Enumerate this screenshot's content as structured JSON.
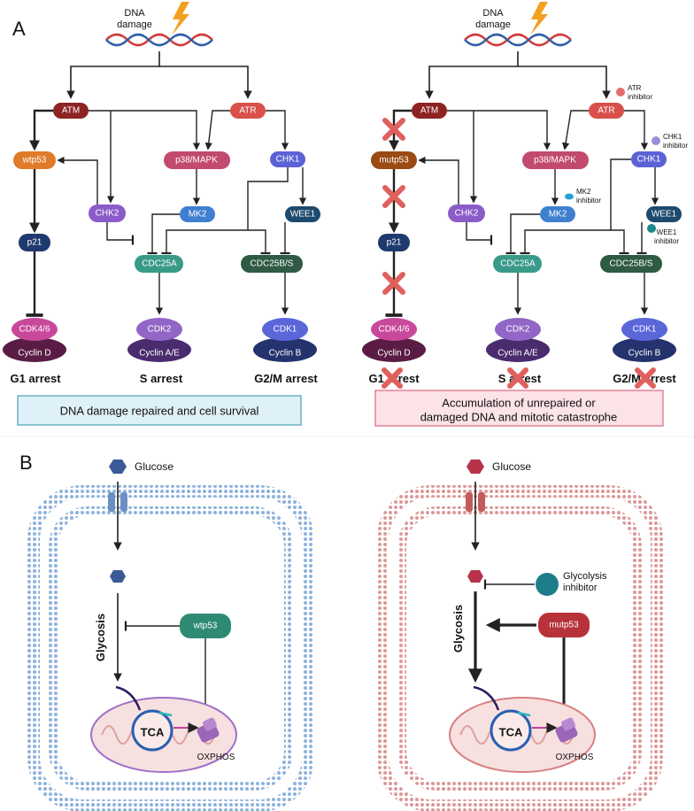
{
  "panel_a": {
    "letter": "A",
    "dna_label_line1": "DNA",
    "dna_label_line2": "damage",
    "left": {
      "atm": "ATM",
      "atr": "ATR",
      "p53": "wtp53",
      "p38": "p38/MAPK",
      "chk1": "CHK1",
      "chk2": "CHK2",
      "mk2": "MK2",
      "wee1": "WEE1",
      "p21": "p21",
      "cdc25a": "CDC25A",
      "cdc25bs": "CDC25B/S",
      "cdk46": "CDK4/6",
      "cyclind": "Cyclin D",
      "cdk2": "CDK2",
      "cyclinae": "Cyclin A/E",
      "cdk1": "CDK1",
      "cyclinb": "Cyclin B",
      "g1": "G1 arrest",
      "s": "S arrest",
      "g2m": "G2/M arrest",
      "outcome": "DNA damage repaired and cell survival"
    },
    "right": {
      "atm": "ATM",
      "atr": "ATR",
      "p53": "mutp53",
      "p38": "p38/MAPK",
      "chk1": "CHK1",
      "chk2": "CHK2",
      "mk2": "MK2",
      "wee1": "WEE1",
      "p21": "p21",
      "cdc25a": "CDC25A",
      "cdc25bs": "CDC25B/S",
      "cdk46": "CDK4/6",
      "cyclind": "Cyclin D",
      "cdk2": "CDK2",
      "cyclinae": "Cyclin A/E",
      "cdk1": "CDK1",
      "cyclinb": "Cyclin B",
      "g1": "G1 arrest",
      "s": "S arrest",
      "g2m": "G2/M arrest",
      "atr_inhibitor_1": "ATR",
      "atr_inhibitor_2": "inhibitor",
      "chk1_inhibitor_1": "CHK1",
      "chk1_inhibitor_2": "inhibitor",
      "mk2_inhibitor_1": "MK2",
      "mk2_inhibitor_2": "inhibitor",
      "wee1_inhibitor_1": "WEE1",
      "wee1_inhibitor_2": "inhibitor",
      "outcome_line1": "Accumulation of unrepaired or",
      "outcome_line2": "damaged DNA and mitotic catastrophe"
    }
  },
  "panel_b": {
    "letter": "B",
    "left": {
      "glucose": "Glucose",
      "glycosis": "Glycosis",
      "p53": "wtp53",
      "tca": "TCA",
      "oxphos": "OXPHOS"
    },
    "right": {
      "glucose": "Glucose",
      "glycosis": "Glycosis",
      "p53": "mutp53",
      "tca": "TCA",
      "oxphos": "OXPHOS",
      "inhibitor_1": "Glycolysis",
      "inhibitor_2": "inhibitor"
    }
  },
  "colors": {
    "atm": "#8e2323",
    "atr": "#d9504a",
    "wtp53": "#e07b2a",
    "mutp53": "#9a4a12",
    "p38": "#c24b6d",
    "chk1": "#5c62d6",
    "chk2": "#8b5cc9",
    "mk2": "#3f7fd0",
    "wee1": "#1e4a6e",
    "p21": "#1f3a6e",
    "cdc25a": "#3a9a8a",
    "cdc25bs": "#2f5a44",
    "cdk46": "#c8489b",
    "cyclind": "#5a1c44",
    "cdk2": "#9166c6",
    "cyclinae": "#4a2b6e",
    "cdk1": "#5b66d9",
    "cyclinb": "#24336e",
    "cross": "#e0605e",
    "membrane_left": "#9fbfe0",
    "membrane_right": "#e0a4a4",
    "glucose_left": "#3a5a96",
    "glucose_right": "#b8324a",
    "p53_box_left": "#2e8a73",
    "p53_box_right": "#b8323a",
    "outcome_left_bg": "#dff1f8",
    "outcome_right_bg": "#fbe3e8"
  }
}
